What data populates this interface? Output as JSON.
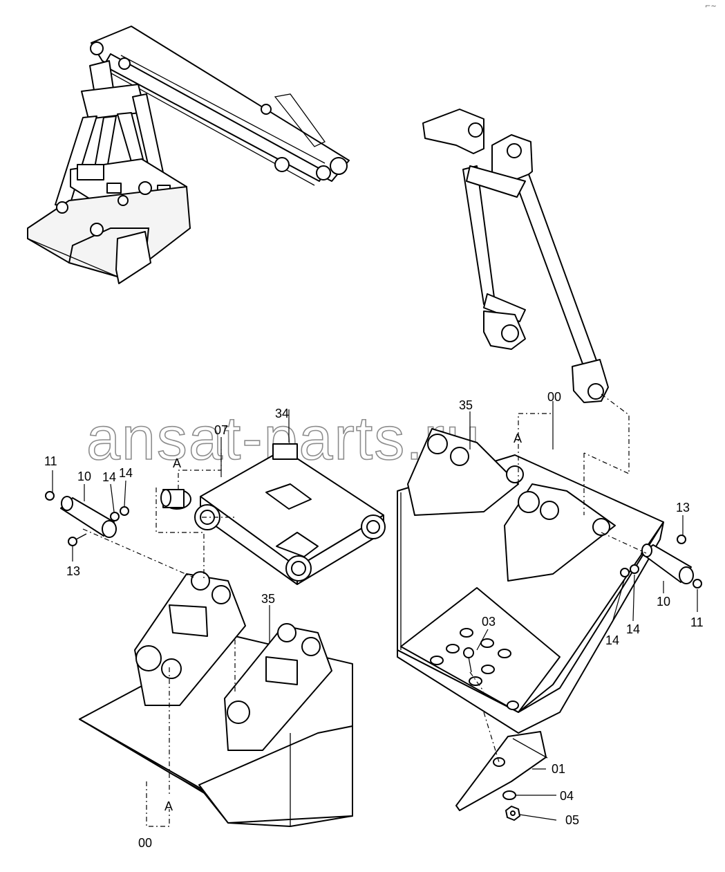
{
  "watermark": "ansat-parts.ru",
  "corner_mark": "⌐~",
  "callouts": {
    "c00_right": "00",
    "c00_left": "00",
    "c01": "01",
    "c03": "03",
    "c04": "04",
    "c05": "05",
    "c07": "07",
    "c10_left": "10",
    "c10_right": "10",
    "c11_left": "11",
    "c11_right": "11",
    "c13_left": "13",
    "c13_right": "13",
    "c14_left_a": "14",
    "c14_left_b": "14",
    "c14_right_a": "14",
    "c14_right_b": "14",
    "c34": "34",
    "c35_right": "35",
    "c35_left": "35",
    "a_mid": "A",
    "a_right": "A",
    "a_bottom": "A"
  }
}
